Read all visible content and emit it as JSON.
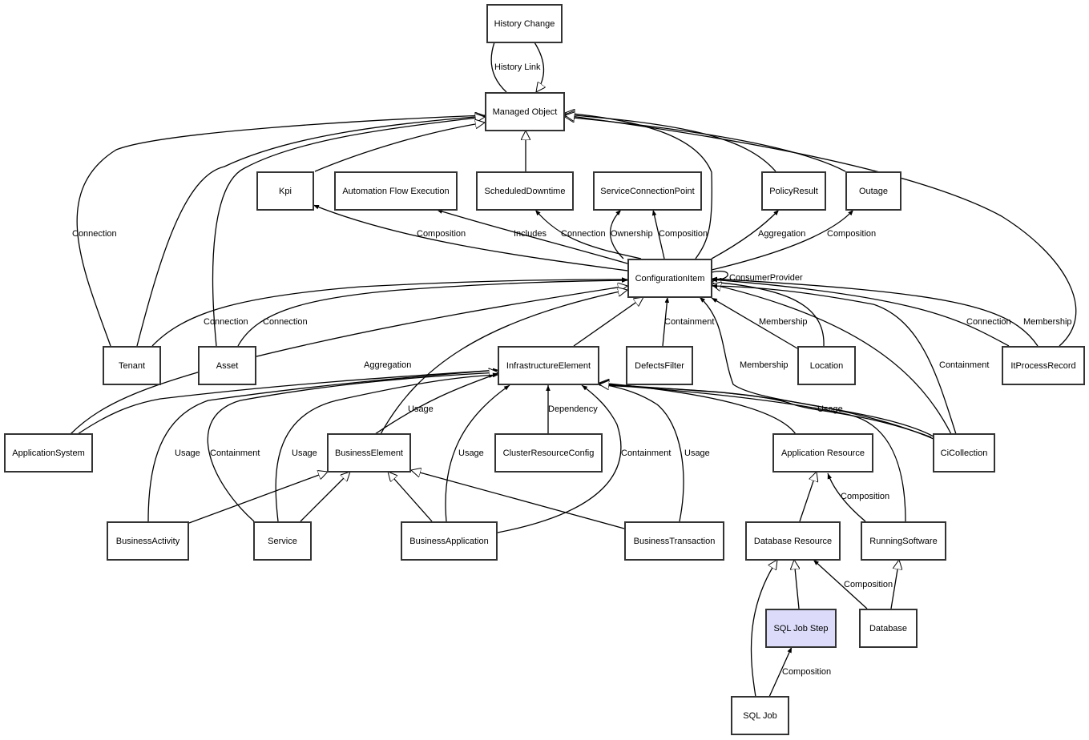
{
  "diagram": {
    "title": "Configuration Item class diagram",
    "highlight_color": "#dcdcfa",
    "nodes": {
      "history_change": "History Change",
      "managed_object": "Managed Object",
      "kpi": "Kpi",
      "automation_flow_execution": "Automation Flow Execution",
      "scheduled_downtime": "ScheduledDowntime",
      "service_connection_point": "ServiceConnectionPoint",
      "policy_result": "PolicyResult",
      "outage": "Outage",
      "configuration_item": "ConfigurationItem",
      "tenant": "Tenant",
      "asset": "Asset",
      "infrastructure_element": "InfrastructureElement",
      "defects_filter": "DefectsFilter",
      "location": "Location",
      "it_process_record": "ItProcessRecord",
      "application_system": "ApplicationSystem",
      "business_element": "BusinessElement",
      "cluster_resource_config": "ClusterResourceConfig",
      "application_resource": "Application Resource",
      "ci_collection": "CiCollection",
      "business_activity": "BusinessActivity",
      "service": "Service",
      "business_application": "BusinessApplication",
      "business_transaction": "BusinessTransaction",
      "database_resource": "Database Resource",
      "running_software": "RunningSoftware",
      "sql_job_step": "SQL Job Step",
      "database": "Database",
      "sql_job": "SQL Job"
    },
    "edge_labels": {
      "history_link": "History Link",
      "tenant_mo_connection": "Connection",
      "ci_kpi_composition": "Composition",
      "ci_afe_includes": "Includes",
      "ci_sd_connection": "Connection",
      "ci_scp_ownership": "Ownership",
      "ci_scp_composition": "Composition",
      "ci_pr_aggregation": "Aggregation",
      "ci_outage_composition": "Composition",
      "ci_self_consumer_provider": "ConsumerProvider",
      "tenant_ci_connection": "Connection",
      "asset_ci_connection": "Connection",
      "df_ci_containment": "Containment",
      "location_ci_membership": "Membership",
      "cic_ci_membership": "Membership",
      "cic_ci_containment": "Containment",
      "ipr_ci_connection": "Connection",
      "ipr_ci_membership": "Membership",
      "as_ie_aggregation": "Aggregation",
      "be_ie_usage": "Usage",
      "crc_ie_dependency": "Dependency",
      "cic_ie_usage": "Usage",
      "ba_ie_usage": "Usage",
      "svc_ie_containment": "Containment",
      "svc_ie_usage": "Usage",
      "bapp_ie_usage": "Usage",
      "bapp_ie_containment": "Containment",
      "bt_ie_usage": "Usage",
      "rs_ar_composition": "Composition",
      "db_dr_composition": "Composition",
      "sqljob_step_composition": "Composition"
    }
  }
}
